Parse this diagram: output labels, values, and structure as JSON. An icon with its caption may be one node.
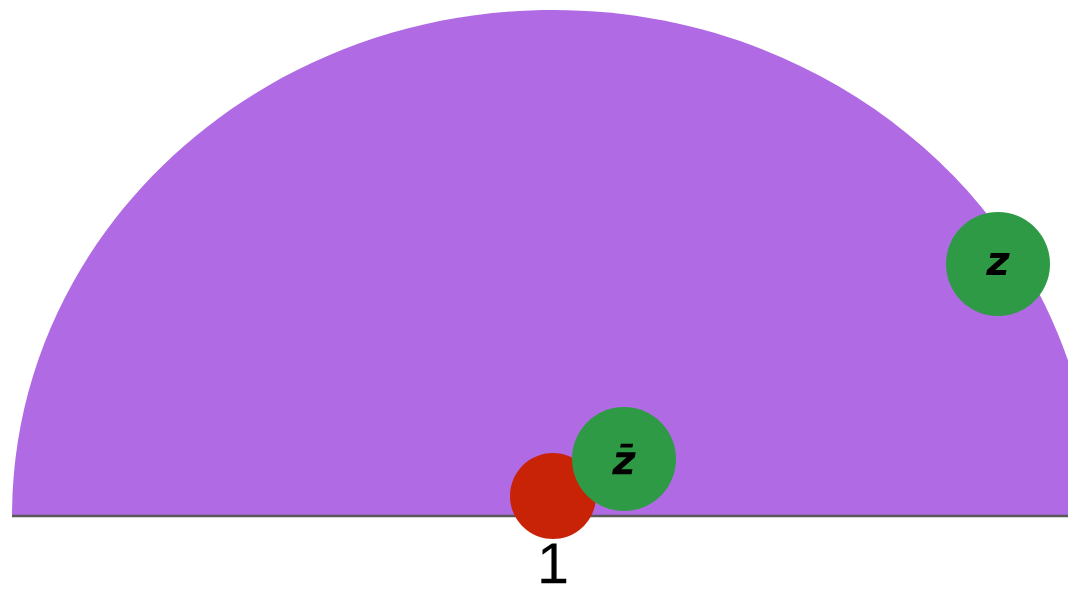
{
  "diagram": {
    "nodes": [
      {
        "text": [
          "z"
        ]
      },
      {
        "text": [
          "z̄"
        ]
      },
      {
        "text": [],
        "shape": "circle",
        "beside": [
          "1"
        ]
      }
    ]
  }
}
